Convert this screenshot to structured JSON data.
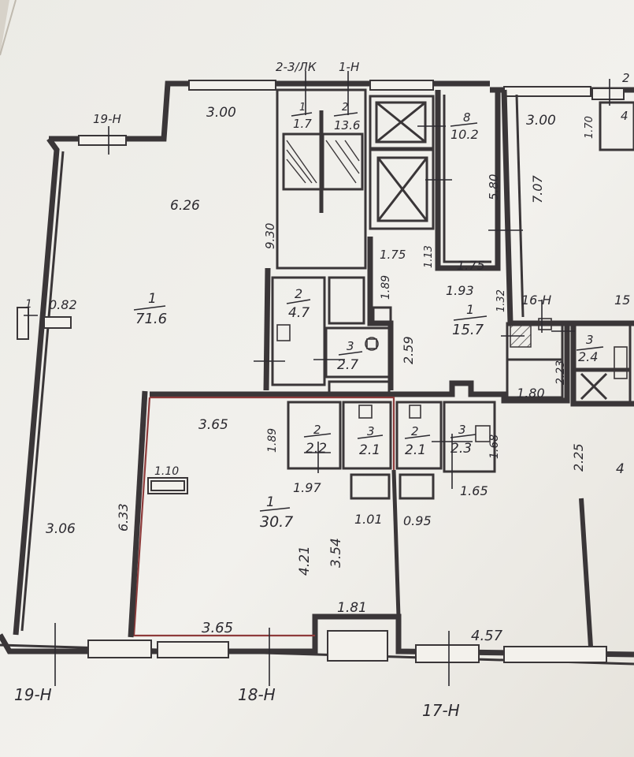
{
  "plan": {
    "axis_labels": {
      "axis_19": "19-Н",
      "axis_19_top": "19-Н",
      "axis_18": "18-Н",
      "axis_17": "17-Н",
      "axis_16": "16-Н",
      "axis_15": "15",
      "axis_1": "1-Н",
      "axis_23": "2-3/ЛК",
      "axis_2_top": "2"
    },
    "rooms": {
      "large_room": {
        "num": "1",
        "area": "71.6"
      },
      "bath_left": {
        "num": "2",
        "area": "4.7"
      },
      "wc_left": {
        "num": "3",
        "area": "2.7"
      },
      "room_bottom": {
        "num": "1",
        "area": "30.7"
      },
      "bath_mid": {
        "num": "2",
        "area": "2.2"
      },
      "wc_mid": {
        "num": "3",
        "area": "2.1"
      },
      "bath_mid2": {
        "num": "2",
        "area": "2.1"
      },
      "wc_mid2": {
        "num": "3",
        "area": "2.3"
      },
      "room_right": {
        "num": "1",
        "area": "15.7"
      },
      "room_far_right": {
        "num": "3",
        "area": "2.4"
      },
      "stair_1": {
        "num": "1",
        "area": "1.7"
      },
      "stair_2": {
        "num": "2",
        "area": "13.6"
      },
      "elevator": {
        "num": "8",
        "area": "10.2"
      },
      "partial": {
        "num": "",
        "area": "4"
      },
      "partial_bottom": {
        "num": "",
        "area": "4"
      }
    },
    "dimensions": {
      "d_3_00_a": "3.00",
      "d_6_26": "6.26",
      "d_9_30": "9.30",
      "d_0_82": "0.82",
      "d_1_sm": "1",
      "d_3_00_b": "3.00",
      "d_1_70": "1.70",
      "d_5_80": "5.80",
      "d_7_07": "7.07",
      "d_1_75_a": "1.75",
      "d_1_13": "1.13",
      "d_1_75_b": "1.75",
      "d_1_89_a": "1.89",
      "d_1_93": "1.93",
      "d_1_32": "1.32",
      "d_2_59": "2.59",
      "d_2_23": "2.23",
      "d_1_80": "1.80",
      "d_3_65_a": "3.65",
      "d_1_89_b": "1.89",
      "d_1_10": "1.10",
      "d_6_33": "6.33",
      "d_3_06": "3.06",
      "d_1_97": "1.97",
      "d_1_01": "1.01",
      "d_0_95": "0.95",
      "d_1_65": "1.65",
      "d_1_68": "1.68",
      "d_2_25": "2.25",
      "d_4_21": "4.21",
      "d_3_54": "3.54",
      "d_1_81": "1.81",
      "d_3_65_b": "3.65",
      "d_4_57": "4.57"
    }
  }
}
